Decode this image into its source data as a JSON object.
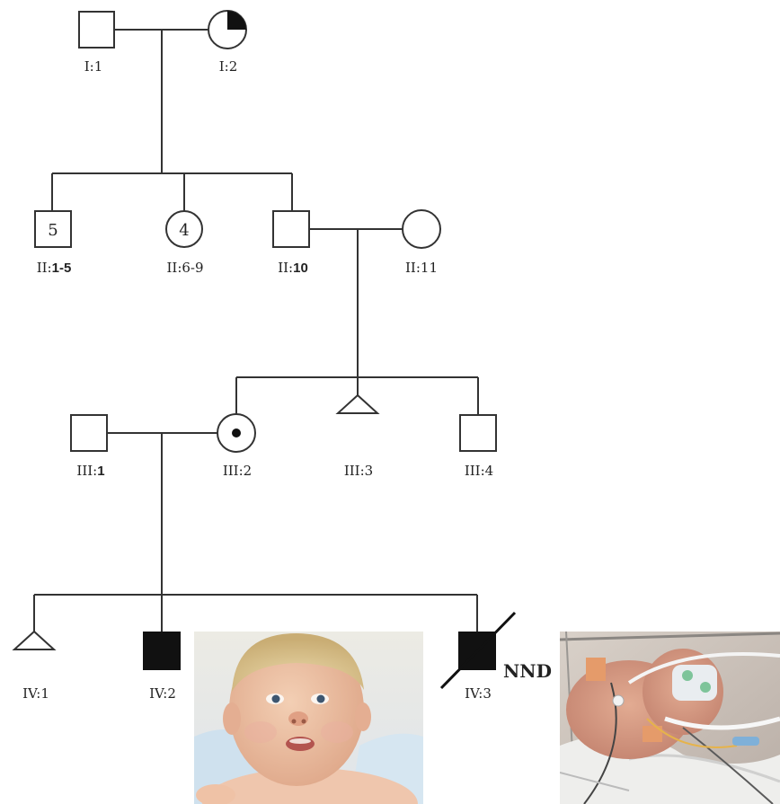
{
  "labels": {
    "I1": "I:1",
    "I2": "I:2",
    "II1_5": {
      "prefix": "II:",
      "id": "1-5"
    },
    "II6_9": "II:6-9",
    "II10": {
      "prefix": "II:",
      "id": "10"
    },
    "II11": "II:11",
    "III1": {
      "prefix": "III:",
      "id": "1"
    },
    "III2": "III:2",
    "III3": "III:3",
    "III4": "III:4",
    "IV1": "IV:1",
    "IV2": "IV:2",
    "IV3": "IV:3"
  },
  "counts": {
    "brothers": "5",
    "sisters": "4"
  },
  "status": {
    "IV3_note": "NND"
  },
  "photos": [
    {
      "subject": "IV:2",
      "kind": "photo of infant face"
    },
    {
      "subject": "IV:3",
      "kind": "photo of neonate in intensive care"
    }
  ]
}
